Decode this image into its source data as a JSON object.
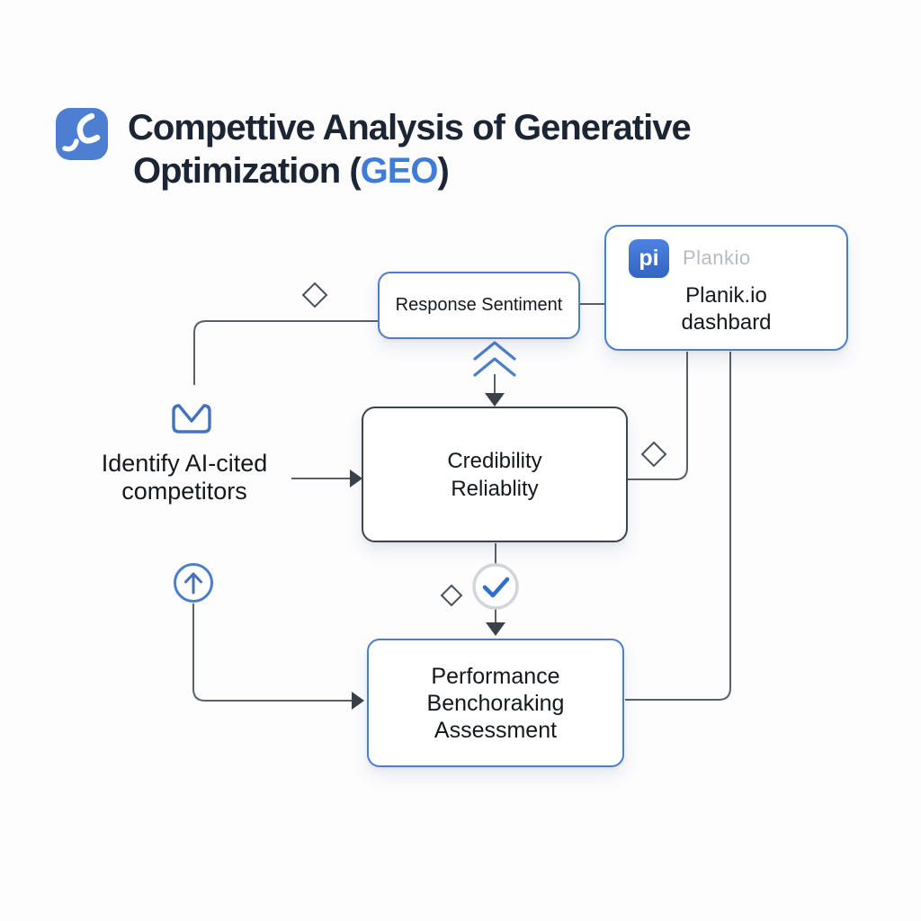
{
  "header": {
    "title_line1": "Compettive Analysis of Generative",
    "title_line2_prefix": "Optimization (",
    "title_line2_highlight": "GEO",
    "title_line2_suffix": ")"
  },
  "nodes": {
    "identify": {
      "line1": "Identify AI-cited",
      "line2": "competitors"
    },
    "response_sentiment": {
      "label": "Response Sentiment"
    },
    "planik": {
      "badge_text": "pi",
      "brand_text": "Plankio",
      "title_line1": "Planik.io",
      "title_line2": "dashbard"
    },
    "credibility": {
      "line1": "Credibility",
      "line2": "Reliablity"
    },
    "performance": {
      "line1": "Performance",
      "line2": "Benchoraking",
      "line3": "Assessment"
    }
  },
  "icons": {
    "logo": "app-logo-swirl",
    "envelope": "mail-envelope",
    "circle_up": "circle-up-arrow",
    "check": "check-circle",
    "diamond": "decision-diamond"
  },
  "colors": {
    "accent_blue": "#4b7fc9",
    "title_navy": "#1c2534",
    "geo_highlight": "#3e7cd8",
    "dark_border": "#3d444c",
    "connector_gray": "#596069",
    "muted_brand_gray": "#b7bbc2",
    "check_blue": "#2e6fce",
    "badge_blue": "#3f6fd1"
  }
}
